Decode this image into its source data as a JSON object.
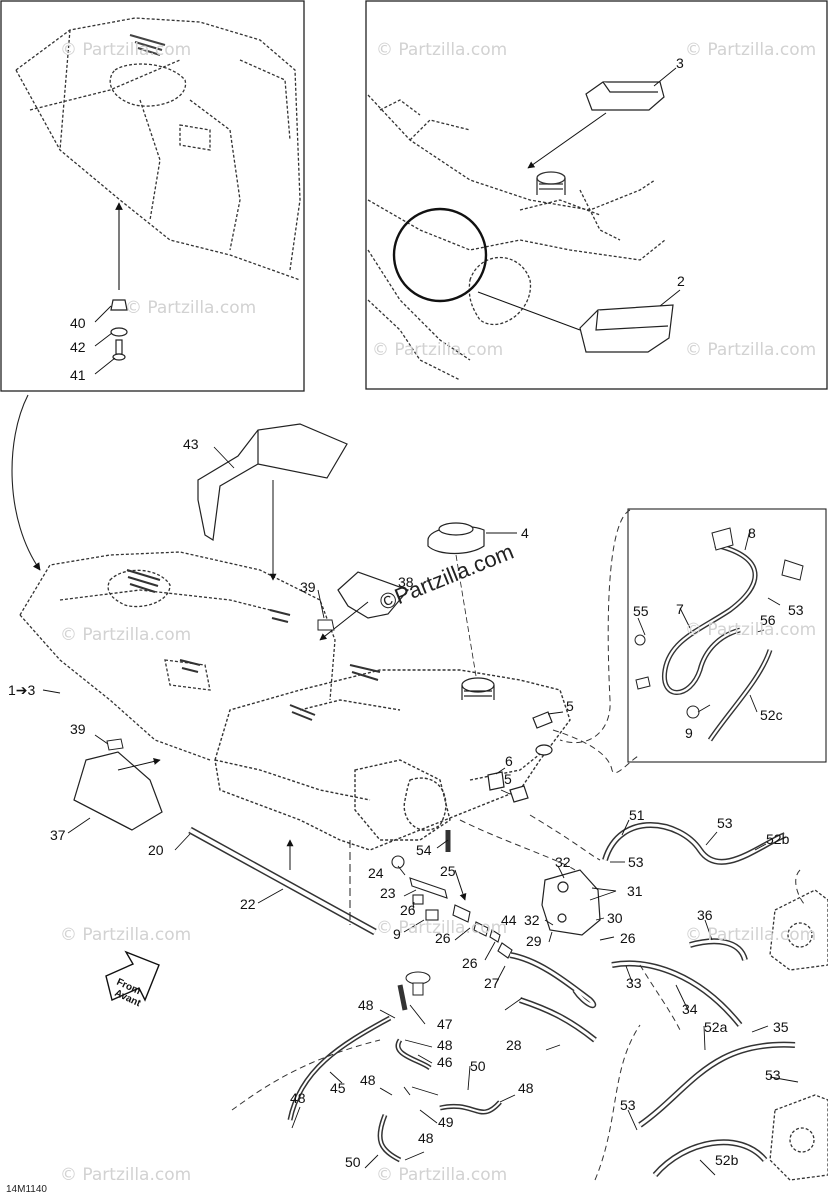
{
  "figure_code": "14M1140",
  "watermark": {
    "symbol": "©",
    "text": "Partzilla.com"
  },
  "arrow_label": [
    "From",
    "Avant"
  ],
  "callouts": {
    "c1": "1➔3",
    "c2": "2",
    "c3": "3",
    "c4": "4",
    "c5a": "5",
    "c5b": "5",
    "c6": "6",
    "c7": "7",
    "c8": "8",
    "c9a": "9",
    "c9b": "9",
    "c20": "20",
    "c22": "22",
    "c23": "23",
    "c24": "24",
    "c25": "25",
    "c26a": "26",
    "c26b": "26",
    "c26c": "26",
    "c26d": "26",
    "c27": "27",
    "c28": "28",
    "c29": "29",
    "c30": "30",
    "c31": "31",
    "c32a": "32",
    "c32b": "32",
    "c33": "33",
    "c34": "34",
    "c35": "35",
    "c36": "36",
    "c37": "37",
    "c38": "38",
    "c39a": "39",
    "c39b": "39",
    "c40": "40",
    "c41": "41",
    "c42": "42",
    "c43": "43",
    "c44": "44",
    "c45": "45",
    "c46": "46",
    "c47": "47",
    "c48a": "48",
    "c48b": "48",
    "c48c": "48",
    "c48d": "48",
    "c48e": "48",
    "c48f": "48",
    "c49": "49",
    "c50a": "50",
    "c50b": "50",
    "c51": "51",
    "c52a": "52a",
    "c52b1": "52b",
    "c52b2": "52b",
    "c52c": "52c",
    "c53a": "53",
    "c53b": "53",
    "c53c": "53",
    "c53d": "53",
    "c53e": "53",
    "c54": "54",
    "c55": "55",
    "c56": "56"
  }
}
